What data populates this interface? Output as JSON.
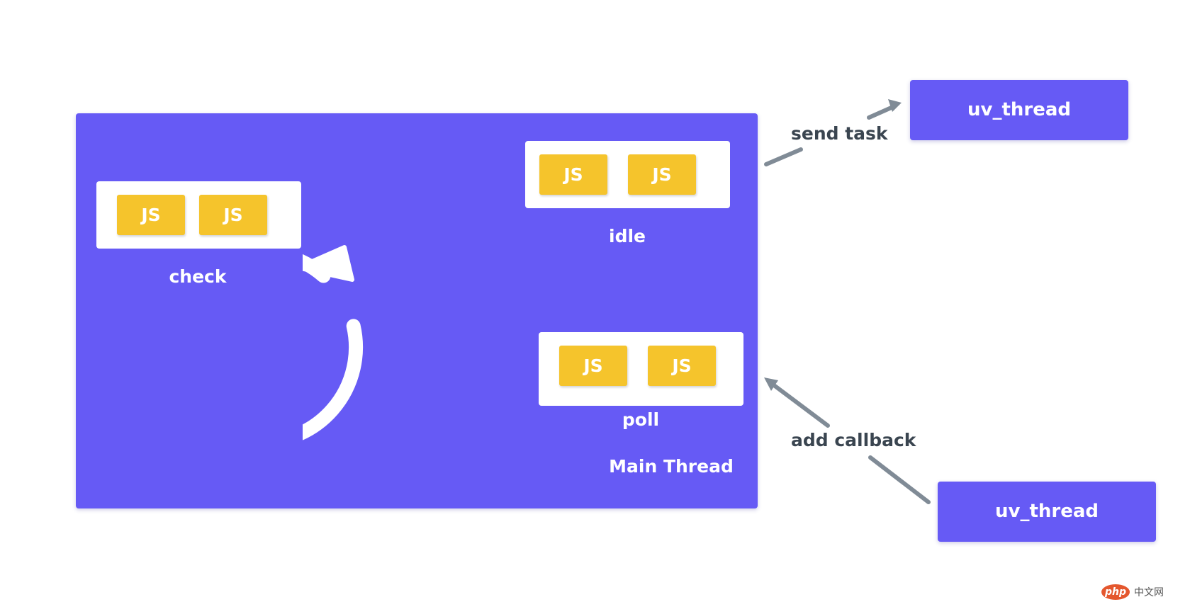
{
  "diagram": {
    "main_thread": {
      "label": "Main Thread",
      "fill_color": "#665af5"
    },
    "phases": {
      "check": {
        "label": "check",
        "tasks": [
          "JS",
          "JS"
        ]
      },
      "idle": {
        "label": "idle",
        "tasks": [
          "JS",
          "JS"
        ]
      },
      "poll": {
        "label": "poll",
        "tasks": [
          "JS",
          "JS"
        ]
      }
    },
    "loop_icon": "circular-arrow-icon",
    "uv_threads": [
      {
        "label": "uv_thread"
      },
      {
        "label": "uv_thread"
      }
    ],
    "edges": {
      "send_task": {
        "label": "send task",
        "color": "#808b96"
      },
      "add_callback": {
        "label": "add callback",
        "color": "#808b96"
      }
    },
    "task_color": "#f5c42c"
  },
  "watermark": {
    "logo_text": "php",
    "site_text": "中文网"
  }
}
